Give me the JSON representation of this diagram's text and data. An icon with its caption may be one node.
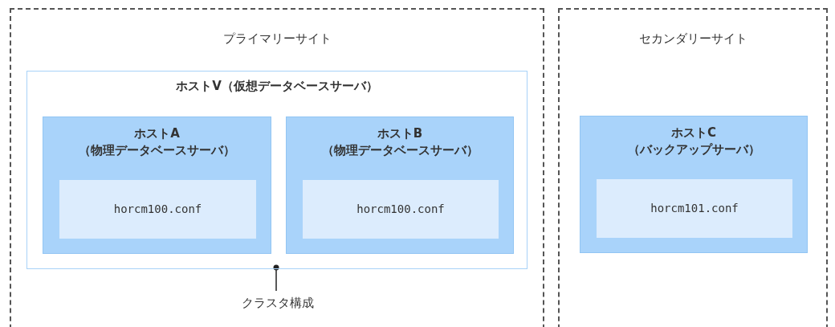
{
  "diagram": {
    "nodes": [
      {
        "text": [
          "プライマリーサイト"
        ]
      },
      {
        "text": [
          "ホストV（仮想データベースサーバ）"
        ],
        "in": 0
      },
      {
        "text": [
          "ホストA",
          "（物理データベースサーバ）"
        ],
        "in": 1
      },
      {
        "text": [
          "horcm100.conf"
        ],
        "in": 2
      },
      {
        "text": [
          "ホストB",
          "（物理データベースサーバ）"
        ],
        "in": 1
      },
      {
        "text": [
          "horcm100.conf"
        ],
        "in": 4
      },
      {
        "text": [
          "クラスタ構成"
        ],
        "in": 0
      },
      {
        "text": [
          "セカンダリーサイト"
        ]
      },
      {
        "text": [
          "ホストC",
          "（バックアップサーバ）"
        ],
        "in": 7
      },
      {
        "text": [
          "horcm101.conf"
        ],
        "in": 8
      }
    ],
    "edges": [
      {
        "from": 6,
        "to": 1,
        "arrow": "other"
      }
    ]
  }
}
